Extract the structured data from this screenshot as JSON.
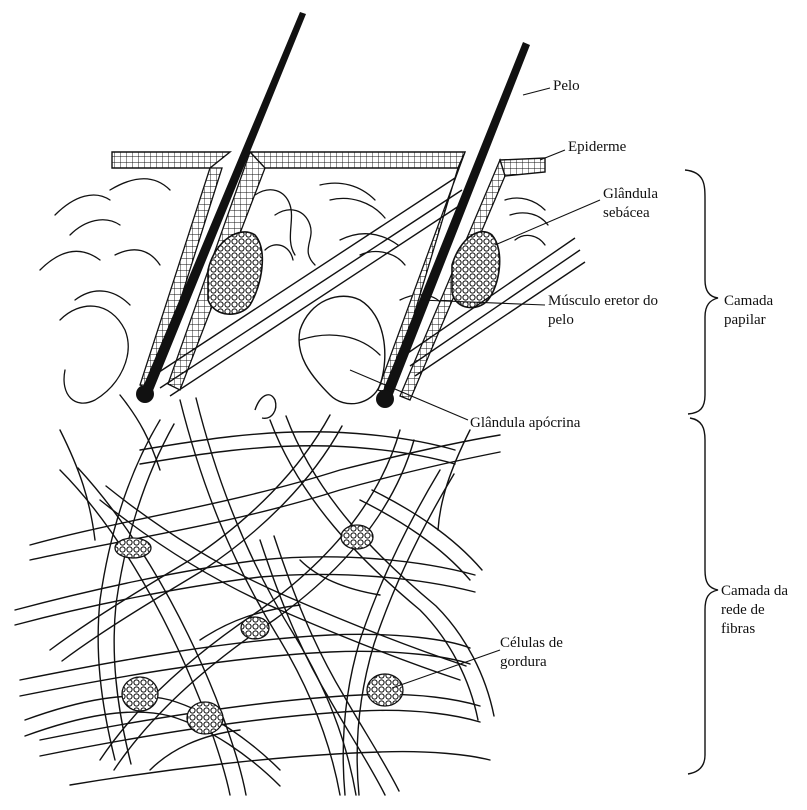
{
  "labels": {
    "pelo": "Pelo",
    "epiderme": "Epiderme",
    "glandula_sebacea_1": "Glândula",
    "glandula_sebacea_2": "sebácea",
    "musculo_1": "Músculo eretor do",
    "musculo_2": "pelo",
    "glandula_apocrina": "Glândula apócrina",
    "celulas_1": "Células de",
    "celulas_2": "gordura",
    "camada_papilar_1": "Camada",
    "camada_papilar_2": "papilar",
    "camada_rede_1": "Camada da",
    "camada_rede_2": "rede de",
    "camada_rede_3": "fibras"
  },
  "colors": {
    "ink": "#111111",
    "paper": "#ffffff"
  }
}
